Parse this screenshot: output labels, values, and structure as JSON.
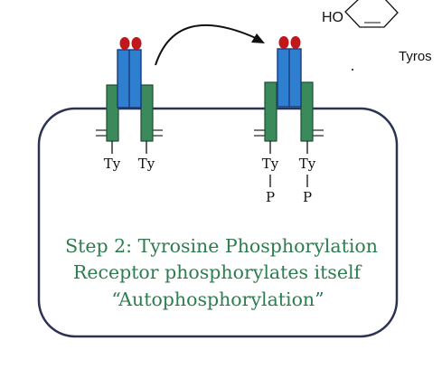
{
  "colors": {
    "cell_border": "#2b3353",
    "transmembrane": "#3a8a5c",
    "receptor": "#2f7fd0",
    "ligand": "#c0171c",
    "caption_text": "#2e7d4f",
    "arrow": "#111111"
  },
  "receptor_left": {
    "labels": {
      "ty_left": "Ty",
      "ty_right": "Ty"
    }
  },
  "receptor_right": {
    "labels": {
      "ty_left": "Ty",
      "ty_right": "Ty",
      "p_left": "P",
      "p_right": "P"
    }
  },
  "chemistry": {
    "group_label": "HO",
    "partial_name": "Tyros"
  },
  "caption": {
    "line1": "Step 2: Tyrosine Phosphorylation",
    "line2": "Receptor phosphorylates itself",
    "line3": "“Autophosphorylation”"
  }
}
